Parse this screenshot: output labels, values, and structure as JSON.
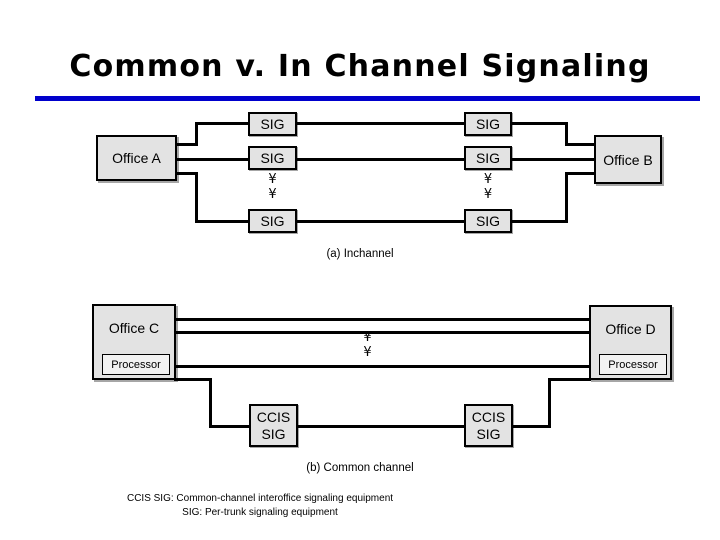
{
  "slide": {
    "title": "Common v. In Channel Signaling",
    "accent_color": "#0000CC",
    "background_color": "#ffffff",
    "node_fill": "#e3e3e3"
  },
  "inchannel": {
    "caption": "(a) Inchannel",
    "office_left": "Office A",
    "office_right": "Office B",
    "sig_label": "SIG",
    "ellipsis": "¥",
    "left_sigs": [
      "SIG",
      "SIG",
      "SIG"
    ],
    "right_sigs": [
      "SIG",
      "SIG",
      "SIG"
    ]
  },
  "common": {
    "caption": "(b) Common channel",
    "office_left": "Office C",
    "office_right": "Office D",
    "processor_label": "Processor",
    "ccis_line1": "CCIS",
    "ccis_line2": "SIG",
    "ellipsis": "¥"
  },
  "legend": {
    "line1": "CCIS SIG: Common-channel interoffice signaling equipment",
    "line2": "SIG: Per-trunk signaling equipment"
  }
}
